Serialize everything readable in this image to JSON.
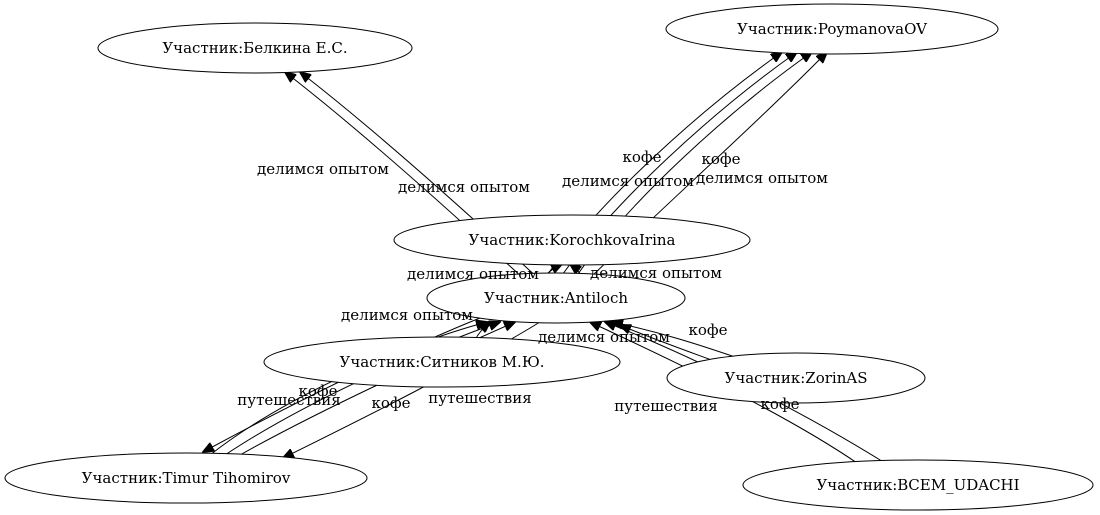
{
  "nodes": {
    "belkina": "Участник:Белкина Е.С.",
    "poymanova": "Участник:PoymanovaOV",
    "korochkova": "Участник:KorochkovaIrina",
    "antiloch": "Участник:Antiloch",
    "sitnikov": "Участник:Ситников М.Ю.",
    "zorin": "Участник:ZorinAS",
    "timur": "Участник:Timur Tihomirov",
    "vsem": "Участник:ВСЕМ_UDACHI"
  },
  "edge_labels": [
    "делимся опытом",
    "делимся опытом",
    "кофе",
    "делимся опытом",
    "кофе",
    "делимся опытом",
    "делимся опытом",
    "делимся опытом",
    "делимся опытом",
    "делимся опытом",
    "кофе",
    "путешествия",
    "кофе",
    "путешествия",
    "кофе",
    "путешествия",
    "кофе"
  ]
}
